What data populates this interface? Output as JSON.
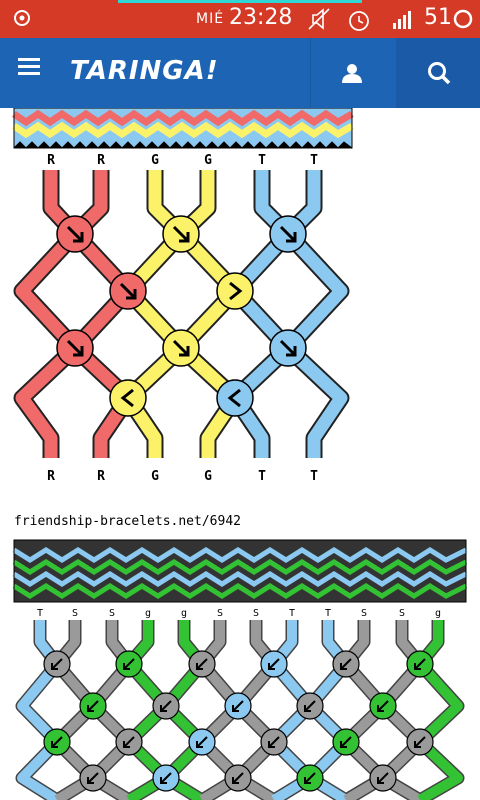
{
  "status_bar": {
    "day": "MIÉ",
    "time": "23:28",
    "battery": "51"
  },
  "app_bar": {
    "brand": "TARINGA!"
  },
  "pattern1": {
    "top_labels": [
      "R",
      "R",
      "G",
      "G",
      "T",
      "T"
    ],
    "bottom_labels": [
      "R",
      "R",
      "G",
      "G",
      "T",
      "T"
    ]
  },
  "caption": "friendship-bracelets.net/6942",
  "pattern2": {
    "top_labels": [
      "T",
      "S",
      "S",
      "g",
      "g",
      "S",
      "S",
      "T",
      "T",
      "S",
      "S",
      "g"
    ]
  },
  "colors": {
    "status_bar": "#d43a26",
    "app_bar": "#1d64b5",
    "red_strand": "#f06a6a",
    "yellow_strand": "#fcf26a",
    "blue_strand": "#8cc9f0",
    "green_strand": "#33c233",
    "gray_strand": "#9a9a9a"
  },
  "icons": [
    "status-left-icon",
    "mute-icon",
    "alarm-icon",
    "signal-icon",
    "battery-icon",
    "menu-icon",
    "user-icon",
    "search-icon"
  ]
}
